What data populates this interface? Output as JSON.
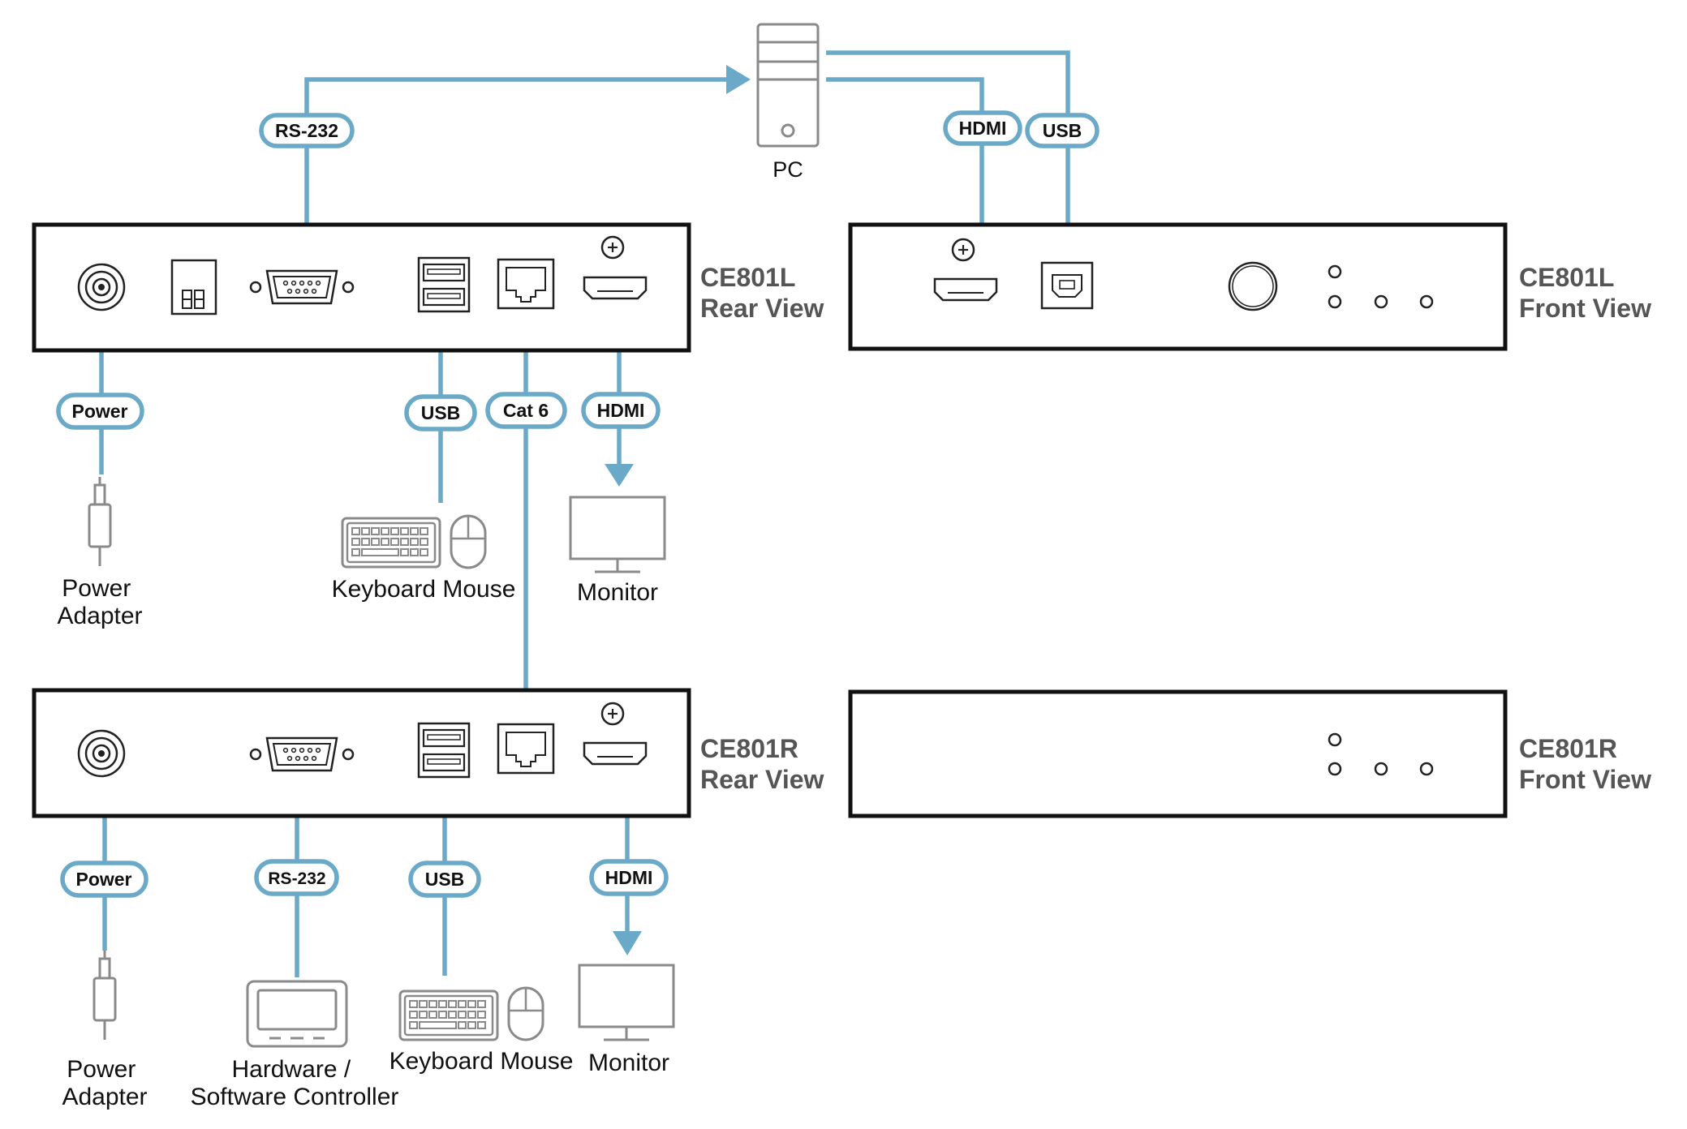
{
  "colors": {
    "cable": "#6aa9c8",
    "box_border": "#111111",
    "peripheral": "#8a8a8a",
    "title": "#555555"
  },
  "pc": {
    "label": "PC"
  },
  "boxes": {
    "local_rear": {
      "model": "CE801L",
      "view": "Rear View"
    },
    "local_front": {
      "model": "CE801L",
      "view": "Front View"
    },
    "remote_rear": {
      "model": "CE801R",
      "view": "Rear View"
    },
    "remote_front": {
      "model": "CE801R",
      "view": "Front View"
    }
  },
  "cables": {
    "pc_rs232": "RS-232",
    "pc_hdmi": "HDMI",
    "pc_usb": "USB",
    "local_power": "Power",
    "local_usb": "USB",
    "cat6": "Cat 6",
    "local_hdmi": "HDMI",
    "remote_power": "Power",
    "remote_rs232": "RS-232",
    "remote_usb": "USB",
    "remote_hdmi": "HDMI"
  },
  "devices": {
    "local_power_adapter": [
      "Power",
      "Adapter"
    ],
    "local_keyboard_mouse": "Keyboard Mouse",
    "local_monitor": "Monitor",
    "remote_power_adapter": [
      "Power",
      "Adapter"
    ],
    "remote_controller": [
      "Hardware /",
      "Software Controller"
    ],
    "remote_keyboard_mouse": "Keyboard Mouse",
    "remote_monitor": "Monitor"
  }
}
